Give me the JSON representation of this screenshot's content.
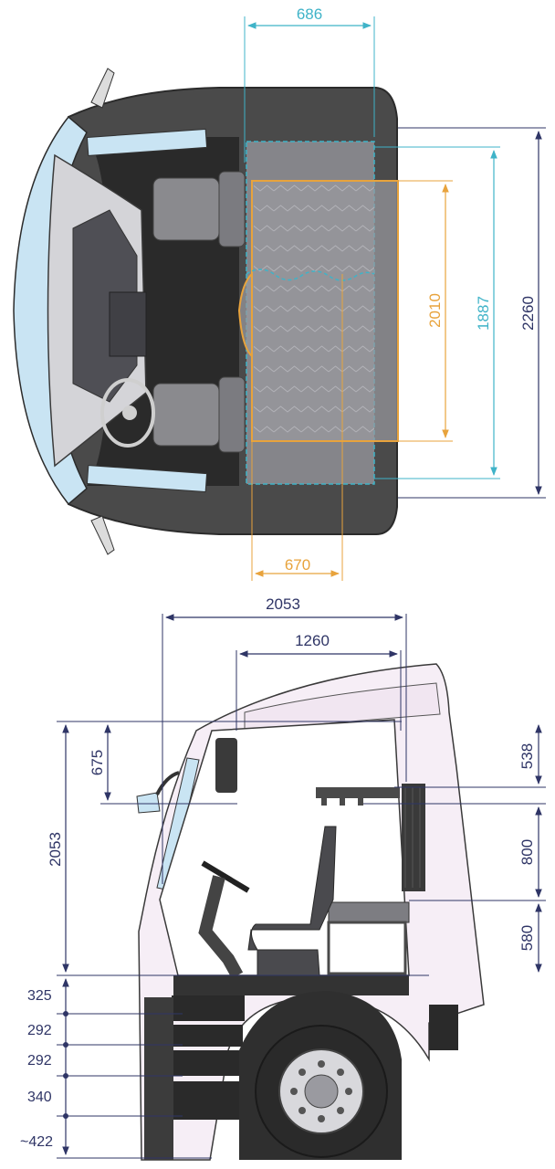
{
  "colors": {
    "teal": "#3fb3c8",
    "orange": "#e8a33c",
    "navy": "#2f3566",
    "cab_body": "#f6eef6",
    "cab_outline": "#3a3a3a",
    "glass": "#c9e4f3",
    "floor": "#2f2f2f",
    "interior": "#6f6f6f",
    "bunk": "#8f8f95"
  },
  "top_view": {
    "width_upper_bunk": "686",
    "length_upper_bunk": "1887",
    "length_lower_bunk": "2010",
    "width_lower_bunk": "670",
    "interior_width": "2260"
  },
  "side_view": {
    "cab_length_total": "2053",
    "rear_section_length": "1260",
    "interior_height_total": "2053",
    "windshield_height": "675",
    "upper_compartment": "538",
    "middle_compartment": "800",
    "lower_compartment": "580",
    "steps": [
      "325",
      "292",
      "292",
      "340",
      "~422"
    ]
  }
}
